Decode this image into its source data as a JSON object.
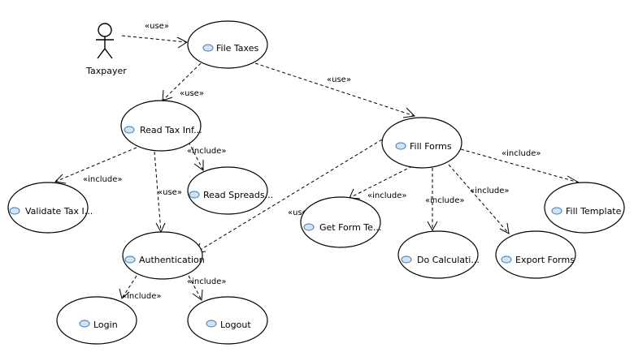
{
  "colors": {
    "icon_fill": "#cfe5f7",
    "icon_stroke": "#3f6f9f",
    "line": "#000000"
  },
  "actor": {
    "name": "Taxpayer",
    "icon": "stick-figure-icon"
  },
  "use_cases": {
    "file_taxes": "File Taxes",
    "read_tax_info": "Read Tax Inf...",
    "fill_forms": "Fill Forms",
    "validate_tax": "Validate Tax I...",
    "read_spreadsheet": "Read Spreads...",
    "authentication": "Authentication",
    "get_form_template": "Get Form Te...",
    "fill_template": "Fill Template",
    "do_calculations": "Do Calculati...",
    "export_forms": "Export Forms",
    "login": "Login",
    "logout": "Logout"
  },
  "relationships": [
    {
      "from": "Taxpayer",
      "to": "File Taxes",
      "label": "«use»"
    },
    {
      "from": "File Taxes",
      "to": "Read Tax Inf...",
      "label": "«use»"
    },
    {
      "from": "File Taxes",
      "to": "Fill Forms",
      "label": "«use»"
    },
    {
      "from": "Read Tax Inf...",
      "to": "Validate Tax I...",
      "label": "«include»"
    },
    {
      "from": "Read Tax Inf...",
      "to": "Read Spreads...",
      "label": "«include»"
    },
    {
      "from": "Read Tax Inf...",
      "to": "Authentication",
      "label": "«use»"
    },
    {
      "from": "Fill Forms",
      "to": "Authentication",
      "label": "«use»"
    },
    {
      "from": "Fill Forms",
      "to": "Get Form Te...",
      "label": "«include»"
    },
    {
      "from": "Fill Forms",
      "to": "Do Calculati...",
      "label": "«include»"
    },
    {
      "from": "Fill Forms",
      "to": "Export Forms",
      "label": "«include»"
    },
    {
      "from": "Fill Forms",
      "to": "Fill Template",
      "label": "«include»"
    },
    {
      "from": "Authentication",
      "to": "Login",
      "label": "«include»"
    },
    {
      "from": "Authentication",
      "to": "Logout",
      "label": "«include»"
    }
  ]
}
